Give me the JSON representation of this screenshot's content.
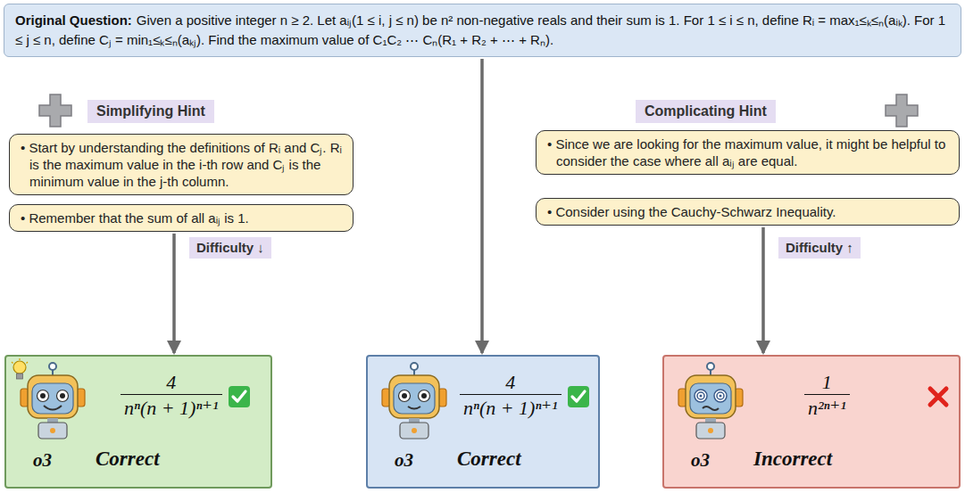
{
  "diagram": {
    "nodes": [
      {
        "text": [
          "Original Question:",
          "Given a positive integer n ≥ 2. Let aᵢⱼ(1 ≤ i, j ≤ n) be n² non-negative reals and their sum is 1. For 1 ≤ i ≤ n, define Rᵢ = max₁≤ₖ≤ₙ(aᵢₖ). For 1 ≤ j ≤ n, define Cⱼ = min₁≤ₖ≤ₙ(aₖⱼ). Find the maximum value of C₁C₂ ⋯ Cₙ(R₁ + R₂ + ⋯ + Rₙ)."
        ]
      },
      {
        "text": [
          "Simplifying Hint"
        ]
      },
      {
        "text": [
          "• Start by understanding the definitions of Rᵢ and Cⱼ. Rᵢ is the maximum value in the i-th row and Cⱼ is the minimum value in the j-th column."
        ]
      },
      {
        "text": [
          "• Remember that the sum of all aᵢⱼ is 1."
        ]
      },
      {
        "text": [
          "Complicating Hint"
        ]
      },
      {
        "text": [
          "• Since we are looking for the maximum value, it might be helpful to consider the case where all aᵢⱼ are equal."
        ]
      },
      {
        "text": [
          "• Consider using the Cauchy-Schwarz Inequality."
        ]
      },
      {
        "text": [
          "Difficulty ↓"
        ]
      },
      {
        "text": [
          "Difficulty ↑"
        ]
      },
      {
        "text": [
          "4",
          "nⁿ(n + 1)ⁿ⁺¹",
          "o3",
          "Correct"
        ]
      },
      {
        "text": [
          "4",
          "nⁿ(n + 1)ⁿ⁺¹",
          "o3",
          "Correct"
        ]
      },
      {
        "text": [
          "1",
          "n²ⁿ⁺¹",
          "o3",
          "Incorrect"
        ]
      }
    ],
    "edges": [
      {
        "from": 0,
        "to": 10,
        "arrow": "to"
      },
      {
        "from": 3,
        "to": 9,
        "arrow": "to"
      },
      {
        "from": 6,
        "to": 11,
        "arrow": "to"
      }
    ]
  }
}
